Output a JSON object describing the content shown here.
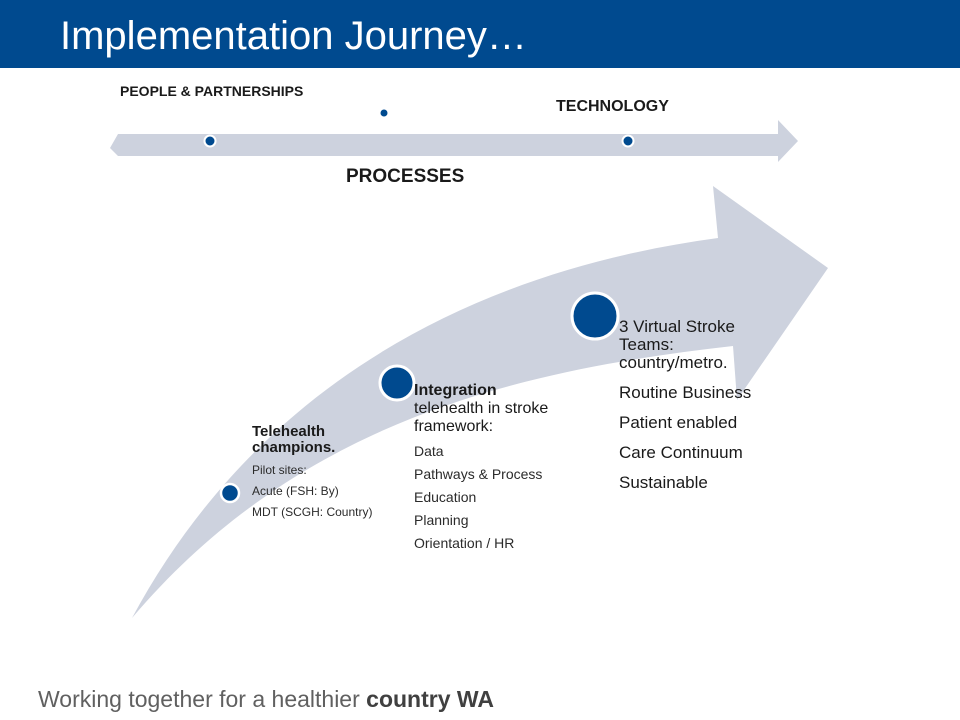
{
  "title": "Implementation Journey…",
  "timeline": {
    "people_label": "PEOPLE & PARTNERSHIPS",
    "processes_label": "PROCESSES",
    "technology_label": "TECHNOLOGY"
  },
  "stages": [
    {
      "heading": "Telehealth champions.",
      "items": [
        "Pilot sites:",
        "Acute (FSH: By)",
        "MDT (SCGH: Country)"
      ]
    },
    {
      "heading_bold": "Integration",
      "heading_rest": "telehealth in stroke framework:",
      "items": [
        "Data",
        "Pathways & Process",
        "Education",
        "Planning",
        "Orientation / HR"
      ]
    },
    {
      "heading": "3 Virtual Stroke Teams: country/metro.",
      "items": [
        "Routine Business",
        "Patient enabled",
        "Care Continuum",
        "Sustainable"
      ]
    }
  ],
  "footer": {
    "prefix": "Working together for a healthier ",
    "bold": "country WA"
  },
  "colors": {
    "title_bar": "#004a8f",
    "arrow": "#cdd2de",
    "marker": "#004a8f"
  }
}
